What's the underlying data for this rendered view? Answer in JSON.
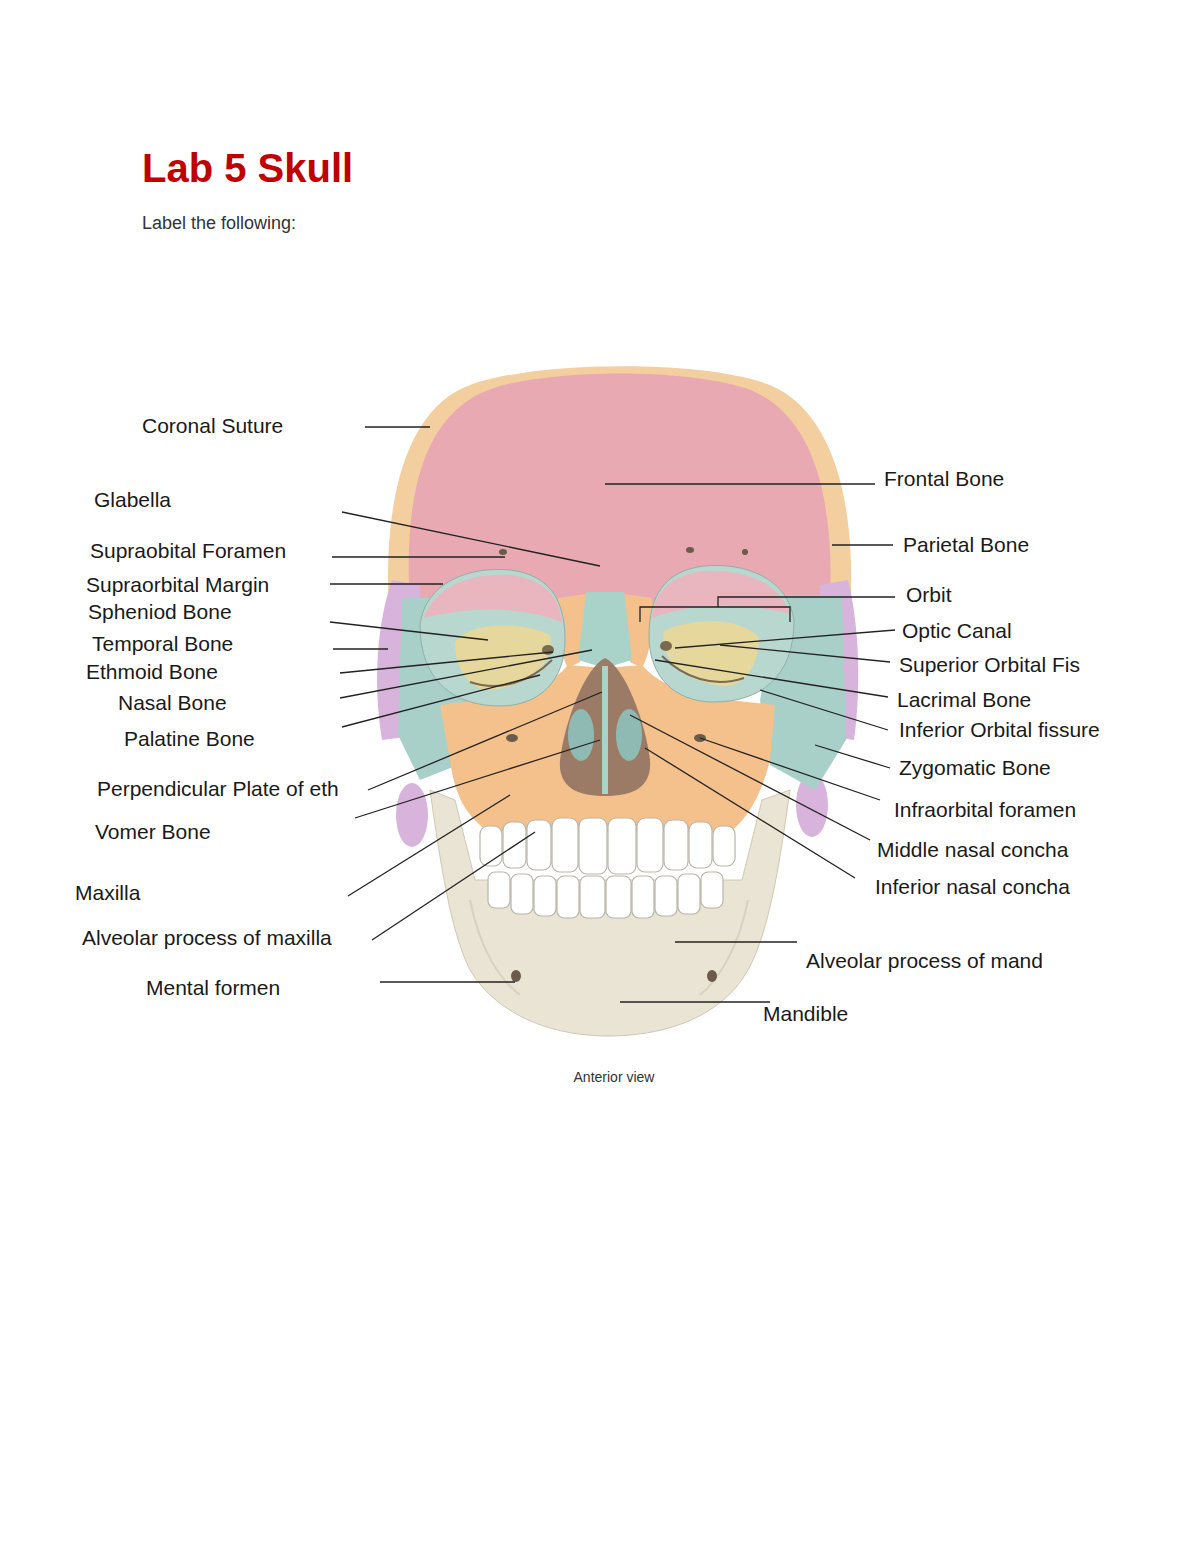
{
  "diagram": {
    "title": "Lab 5 Skull",
    "caption": "Anterior view",
    "labels": [
      "Label the following:",
      "Coronal Suture",
      "Glabella",
      "Supraobital Foramen",
      "Supraorbital Margin",
      "Spheniod Bone",
      "Temporal Bone",
      "Ethmoid Bone",
      "Nasal Bone",
      "Palatine Bone",
      "Perpendicular Plate of eth",
      "Vomer Bone",
      "Maxilla",
      "Alveolar process of maxilla",
      "Mental formen",
      "Frontal Bone",
      "Parietal Bone",
      "Orbit",
      "Optic Canal",
      "Superior Orbital Fis",
      "Lacrimal Bone",
      "Inferior Orbital fissure",
      "Zygomatic Bone",
      "Infraorbital foramen",
      "Middle nasal concha",
      "Inferior nasal concha",
      "Alveolar process of mand",
      "Mandible"
    ]
  }
}
